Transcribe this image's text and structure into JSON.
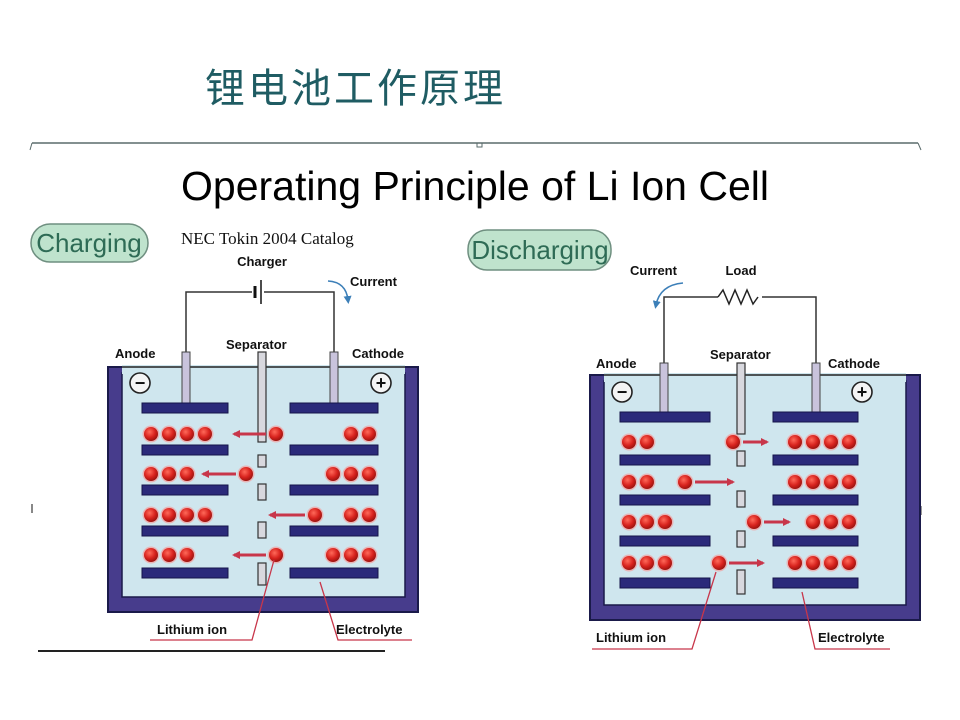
{
  "slide": {
    "title": "锂电池工作原理"
  },
  "figure": {
    "heading": "Operating Principle of Li Ion Cell",
    "source": "NEC Tokin 2004 Catalog",
    "colors": {
      "title": "#1f5c63",
      "casing": "#473c8c",
      "casing_edge": "#1a1a4a",
      "electrolyte": "#cfe6ee",
      "plate": "#2b2a7a",
      "ion": "#d8231e",
      "ion_glow": "#f2a0a0",
      "arrow": "#c8364a",
      "rod": "#c9c3dc",
      "pill_fill": "#bfe3cd",
      "pill_text": "#2e6b55",
      "current_arrow": "#3c7fb8"
    },
    "panels": [
      {
        "mode": "Charging",
        "circuit_label": "Charger",
        "circuit_element": "battery-symbol",
        "current_label": "Current",
        "anode_label": "Anode",
        "separator_label": "Separator",
        "cathode_label": "Cathode",
        "anode_sign": "−",
        "cathode_sign": "+",
        "ion_label": "Lithium ion",
        "electrolyte_label": "Electrolyte",
        "ion_direction": "cathode-to-anode",
        "rows": [
          {
            "anode_ions": 4,
            "cathode_ions": 2,
            "moving_ion": "at-separator"
          },
          {
            "anode_ions": 3,
            "cathode_ions": 3,
            "moving_ion": "anode-side"
          },
          {
            "anode_ions": 4,
            "cathode_ions": 2,
            "moving_ion": "cathode-side"
          },
          {
            "anode_ions": 3,
            "cathode_ions": 3,
            "moving_ion": "at-separator"
          }
        ]
      },
      {
        "mode": "Discharging",
        "circuit_label": "Load",
        "circuit_element": "resistor-symbol",
        "current_label": "Current",
        "anode_label": "Anode",
        "separator_label": "Separator",
        "cathode_label": "Cathode",
        "anode_sign": "−",
        "cathode_sign": "+",
        "ion_label": "Lithium ion",
        "electrolyte_label": "Electrolyte",
        "ion_direction": "anode-to-cathode",
        "rows": [
          {
            "anode_ions": 2,
            "cathode_ions": 4,
            "moving_ion": "at-separator"
          },
          {
            "anode_ions": 2,
            "cathode_ions": 4,
            "moving_ion": "anode-side"
          },
          {
            "anode_ions": 3,
            "cathode_ions": 3,
            "moving_ion": "cathode-side"
          },
          {
            "anode_ions": 3,
            "cathode_ions": 4,
            "moving_ion": "anode-side"
          }
        ]
      }
    ]
  }
}
